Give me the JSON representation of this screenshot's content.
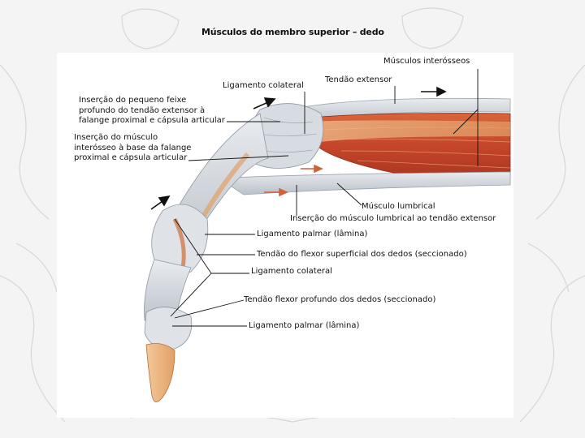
{
  "slide": {
    "title": "Músculos do membro superior – dedo"
  },
  "diagram": {
    "labels": {
      "musculos_interosseos": "Músculos interósseos",
      "ligamento_colateral_top": "Ligamento colateral",
      "tendao_extensor": "Tendão extensor",
      "insercao_pequeno_feixe": [
        "Inserção do pequeno feixe",
        "profundo do tendão extensor à",
        "falange proximal e cápsula articular"
      ],
      "insercao_interosseo": [
        "Inserção do músculo",
        "interósseo à base da falange",
        "proximal e cápsula articular"
      ],
      "musculo_lumbrical": "Músculo lumbrical",
      "insercao_lumbrical": "Inserção do músculo lumbrical ao tendão extensor",
      "ligamento_palmar_1": "Ligamento palmar (lâmina)",
      "tendao_flexor_superficial": "Tendão do flexor superficial dos dedos (seccionado)",
      "ligamento_colateral_bottom": "Ligamento colateral",
      "tendao_flexor_profundo": "Tendão flexor profundo dos dedos (seccionado)",
      "ligamento_palmar_2": "Ligamento palmar (lâmina)"
    }
  }
}
